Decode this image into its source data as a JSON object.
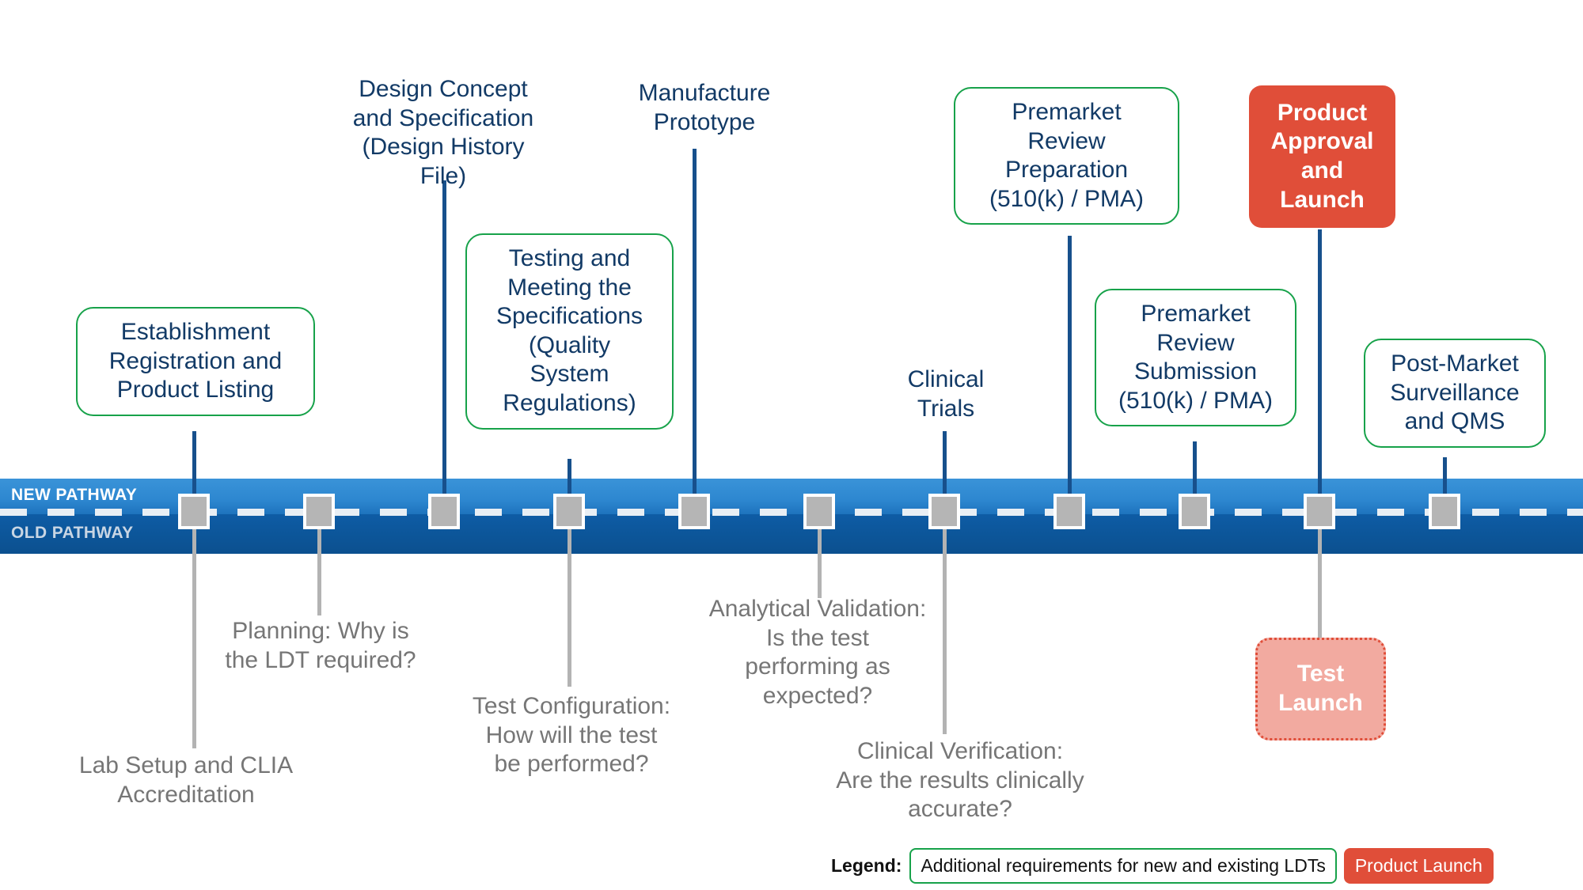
{
  "pathway": {
    "new_label": "NEW PATHWAY",
    "old_label": "OLD PATHWAY",
    "new_color": "#2d87d0",
    "old_color": "#0b508f",
    "node_color": "#b5b5b5",
    "accent_green": "#17a24a",
    "accent_red": "#e04e39",
    "text_navy": "#123a66",
    "text_gray": "#767676"
  },
  "new_pathway_steps": [
    {
      "id": "establishment-registration",
      "text": "Establishment Registration and Product Listing",
      "boxed": true
    },
    {
      "id": "design-concept",
      "text": "Design Concept and Specification (Design History File)",
      "boxed": false
    },
    {
      "id": "testing-specifications",
      "text": "Testing and Meeting the Specifications (Quality System Regulations)",
      "boxed": true
    },
    {
      "id": "manufacture-prototype",
      "text": "Manufacture Prototype",
      "boxed": false
    },
    {
      "id": "premarket-review-preparation",
      "text": "Premarket Review Preparation (510(k) / PMA)",
      "boxed": true
    },
    {
      "id": "premarket-review-submission",
      "text": "Premarket Review Submission (510(k) / PMA)",
      "boxed": true
    },
    {
      "id": "product-approval-launch",
      "text": "Product Approval and Launch",
      "boxed": false,
      "highlight": "launch"
    },
    {
      "id": "post-market-surveillance",
      "text": "Post-Market Surveillance and QMS",
      "boxed": true
    }
  ],
  "old_pathway_steps": [
    {
      "id": "lab-setup-clia",
      "text": "Lab Setup and CLIA Accreditation"
    },
    {
      "id": "planning",
      "text": "Planning: Why is the LDT required?"
    },
    {
      "id": "test-configuration",
      "text": "Test Configuration: How will the test be performed?"
    },
    {
      "id": "analytical-validation",
      "text": "Analytical Validation: Is the test performing as expected?"
    },
    {
      "id": "clinical-verification",
      "text": "Clinical Verification: Are the results clinically accurate?"
    },
    {
      "id": "test-launch",
      "text": "Test Launch",
      "highlight": "test-launch"
    }
  ],
  "shared_steps": [
    {
      "id": "clinical-trials",
      "text": "Clinical Trials"
    }
  ],
  "labels": {
    "establishment": "Establishment\nRegistration and\nProduct Listing",
    "design_concept": "Design Concept\nand Specification\n(Design History\nFile)",
    "testing": "Testing and\nMeeting the\nSpecifications\n(Quality\nSystem\nRegulations)",
    "manufacture": "Manufacture\nPrototype",
    "clinical_trials": "Clinical\nTrials",
    "premarket_prep": "Premarket\nReview\nPreparation\n(510(k) / PMA)",
    "premarket_sub": "Premarket\nReview\nSubmission\n(510(k) / PMA)",
    "product_approval": "Product\nApproval\nand\nLaunch",
    "post_market": "Post-Market\nSurveillance\nand QMS",
    "lab_setup": "Lab Setup and CLIA\nAccreditation",
    "planning": "Planning: Why is\nthe LDT required?",
    "test_config": "Test Configuration:\nHow will the test\nbe performed?",
    "analytical": "Analytical Validation:\nIs the test\nperforming as\nexpected?",
    "clinical_verif": "Clinical Verification:\nAre the results clinically\naccurate?",
    "test_launch": "Test\nLaunch"
  },
  "legend": {
    "title": "Legend:",
    "green_text": "Additional requirements for new and existing LDTs",
    "red_text": "Product Launch"
  }
}
